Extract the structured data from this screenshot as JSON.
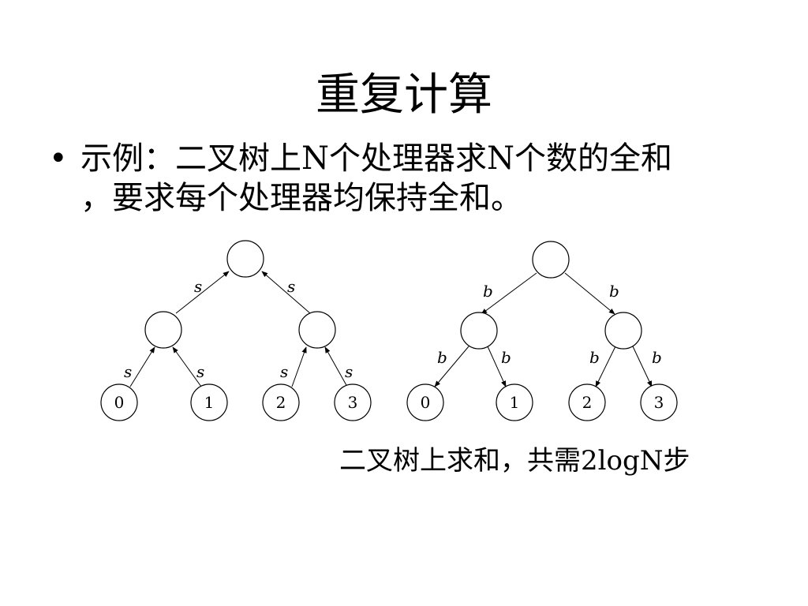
{
  "slide": {
    "title": "重复计算",
    "bullet": {
      "line1": "示例：二叉树上N个处理器求N个数的全和",
      "line2": "，要求每个处理器均保持全和。"
    },
    "caption": "二叉树上求和，共需2logN步"
  },
  "diagram": {
    "left_tree": {
      "edge_label": "s",
      "leaf_labels": [
        "0",
        "1",
        "2",
        "3"
      ]
    },
    "right_tree": {
      "edge_label": "b",
      "leaf_labels": [
        "0",
        "1",
        "2",
        "3"
      ]
    }
  }
}
